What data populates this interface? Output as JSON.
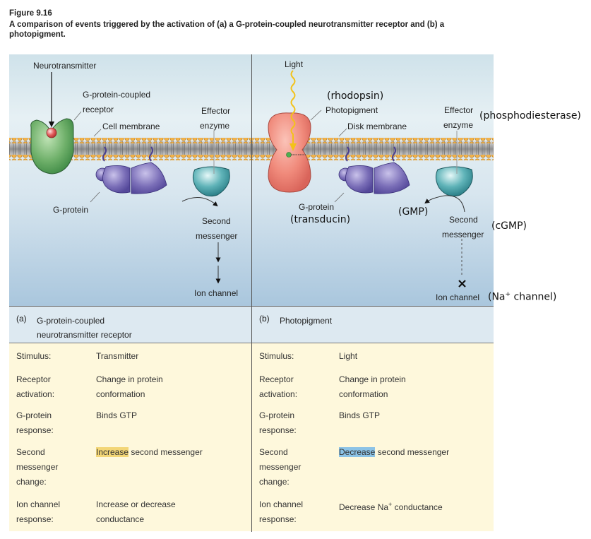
{
  "figure": {
    "number": "Figure 9.16",
    "caption": "A comparison of events triggered by the activation of (a) a G-protein-coupled neurotransmitter receptor and (b) a photopigment."
  },
  "panel_a": {
    "stimulus_label": "Neurotransmitter",
    "receptor_label_1": "G-protein-coupled",
    "receptor_label_2": "receptor",
    "membrane_label": "Cell membrane",
    "effector_label_1": "Effector",
    "effector_label_2": "enzyme",
    "gprotein_label": "G-protein",
    "second_messenger_1": "Second",
    "second_messenger_2": "messenger",
    "ion_channel": "Ion channel",
    "header_tag": "(a)",
    "header_title_1": "G-protein-coupled",
    "header_title_2": "neurotransmitter receptor"
  },
  "panel_b": {
    "stimulus_label": "Light",
    "photopigment_label": "Photopigment",
    "membrane_label": "Disk membrane",
    "effector_label_1": "Effector",
    "effector_label_2": "enzyme",
    "gprotein_label": "G-protein",
    "second_messenger_1": "Second",
    "second_messenger_2": "messenger",
    "ion_channel": "Ion channel",
    "header_tag": "(b)",
    "header_title_1": "Photopigment"
  },
  "annotations": {
    "rhodopsin": "(rhodopsin)",
    "phosphodiesterase": "(phosphodiesterase)",
    "transducin": "(transducin)",
    "gmp": "(GMP)",
    "cgmp": "(cGMP)",
    "na_channel_prefix": "(Na",
    "na_channel_sup": "+",
    "na_channel_suffix": " channel)"
  },
  "table_a": [
    {
      "key": [
        "Stimulus:"
      ],
      "value": [
        "Transmitter"
      ]
    },
    {
      "key": [
        "Receptor",
        "activation:"
      ],
      "value": [
        "Change in protein",
        "conformation"
      ]
    },
    {
      "key": [
        "G-protein",
        "response:"
      ],
      "value": [
        "Binds GTP"
      ]
    },
    {
      "key": [
        "Second",
        "messenger",
        "change:"
      ],
      "highlight": "Increase",
      "value_rest": " second messenger"
    },
    {
      "key": [
        "Ion channel",
        "response:"
      ],
      "value": [
        "Increase or decrease",
        "conductance"
      ]
    }
  ],
  "table_b": [
    {
      "key": [
        "Stimulus:"
      ],
      "value": [
        "Light"
      ]
    },
    {
      "key": [
        "Receptor",
        "activation:"
      ],
      "value": [
        "Change in protein",
        "conformation"
      ]
    },
    {
      "key": [
        "G-protein",
        "response:"
      ],
      "value": [
        "Binds GTP"
      ]
    },
    {
      "key": [
        "Second",
        "messenger",
        "change:"
      ],
      "highlight": "Decrease",
      "value_rest": " second messenger"
    },
    {
      "key": [
        "Ion channel",
        "response:"
      ],
      "value_prefix": "Decrease Na",
      "value_sup": "+",
      "value_suffix": " conductance",
      "key2": "response:"
    }
  ],
  "colors": {
    "increase_highlight": "#f3d677",
    "decrease_highlight": "#8cc3e6",
    "table_bg": "#fef8dc",
    "header_bg": "#dde9f1"
  }
}
